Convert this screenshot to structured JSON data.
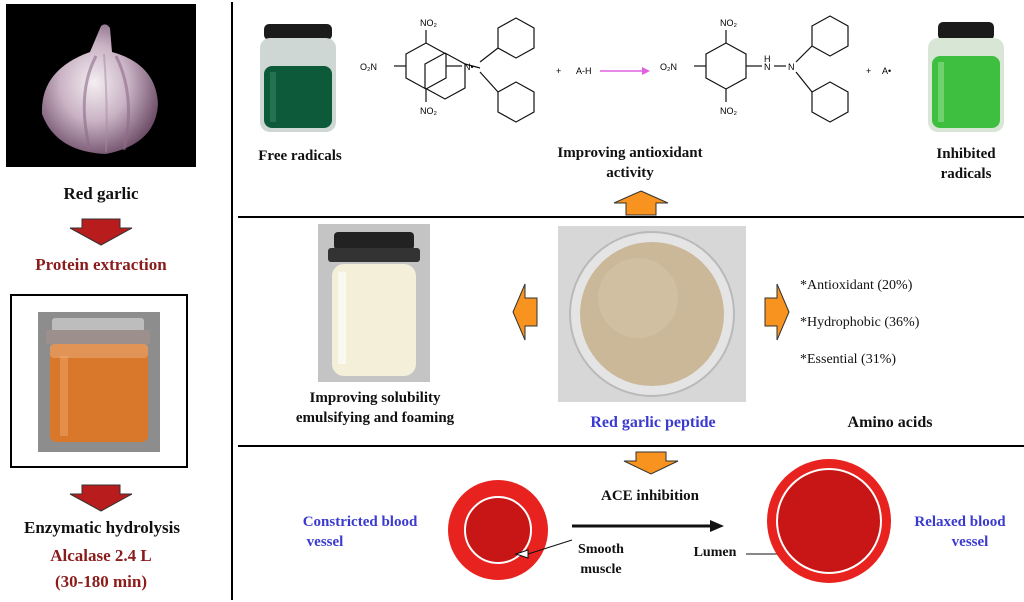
{
  "left_panel": {
    "garlic_label": "Red garlic",
    "step1": "Protein extraction",
    "step2_line1": "Enzymatic hydrolysis",
    "step2_line2": "Alcalase 2.4 L",
    "step2_line3": "(30-180 min)"
  },
  "top_section": {
    "free_radicals": "Free radicals",
    "inhibited_line1": "Inhibited",
    "inhibited_line2": "radicals",
    "antioxidant_line1": "Improving antioxidant",
    "antioxidant_line2": "activity",
    "reaction": {
      "no2": "NO₂",
      "o2n": "O₂N",
      "n": "N",
      "radical_n": "N•",
      "nh": "H",
      "plus": "+",
      "ah": "A-H",
      "a_radical": "A•"
    }
  },
  "middle_section": {
    "solubility_line1": "Improving solubility",
    "solubility_line2": "emulsifying and foaming",
    "peptide_label": "Red garlic peptide",
    "amino_label": "Amino acids",
    "amino_items": [
      "*Antioxidant (20%)",
      "*Hydrophobic (36%)",
      "*Essential (31%)"
    ]
  },
  "bottom_section": {
    "ace": "ACE inhibition",
    "constricted_line1": "Constricted blood",
    "constricted_line2": "vessel",
    "relaxed_line1": "Relaxed blood",
    "relaxed_line2": "vessel",
    "smooth_line1": "Smooth",
    "smooth_line2": "muscle",
    "lumen": "Lumen"
  },
  "colors": {
    "dark_red": "#8b1c1c",
    "blue_text": "#3a3ad0",
    "arrow_orange": "#f7931e",
    "arrow_red": "#b81c1c",
    "vessel_red": "#e8231f",
    "lumen_red": "#c81515",
    "dark_green": "#0d5a3a",
    "light_green": "#3fbf3f",
    "amber": "#d9782a",
    "cream": "#f3efd9",
    "peptide": "#cbb899"
  }
}
